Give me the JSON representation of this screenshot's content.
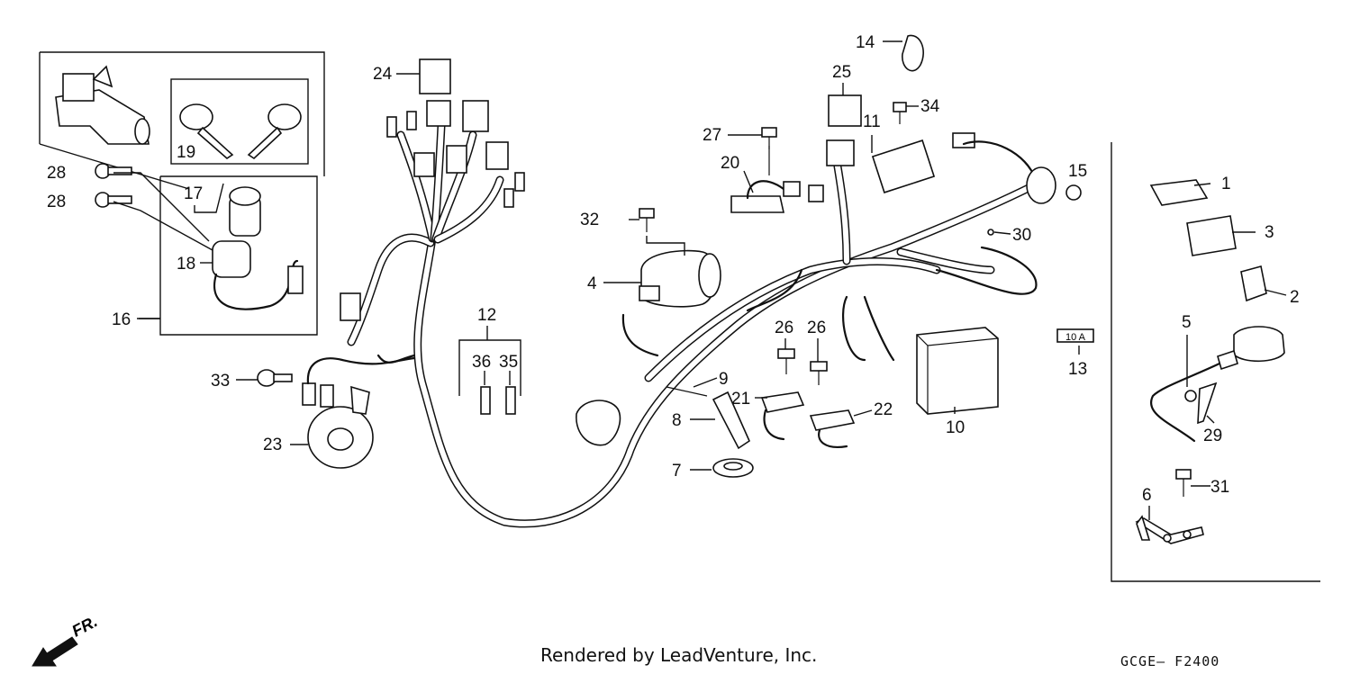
{
  "callouts": [
    "1",
    "2",
    "3",
    "4",
    "5",
    "6",
    "7",
    "8",
    "9",
    "10",
    "11",
    "12",
    "13",
    "14",
    "15",
    "16",
    "17",
    "18",
    "19",
    "20",
    "21",
    "22",
    "23",
    "24",
    "25",
    "26",
    "26",
    "27",
    "28",
    "28",
    "29",
    "30",
    "31",
    "32",
    "33",
    "34",
    "35",
    "36"
  ],
  "fuse_tag": "10 A",
  "direction_label": "FR.",
  "footer": {
    "credit": "Rendered by LeadVenture, Inc.",
    "code": "GCGE— F2400"
  }
}
